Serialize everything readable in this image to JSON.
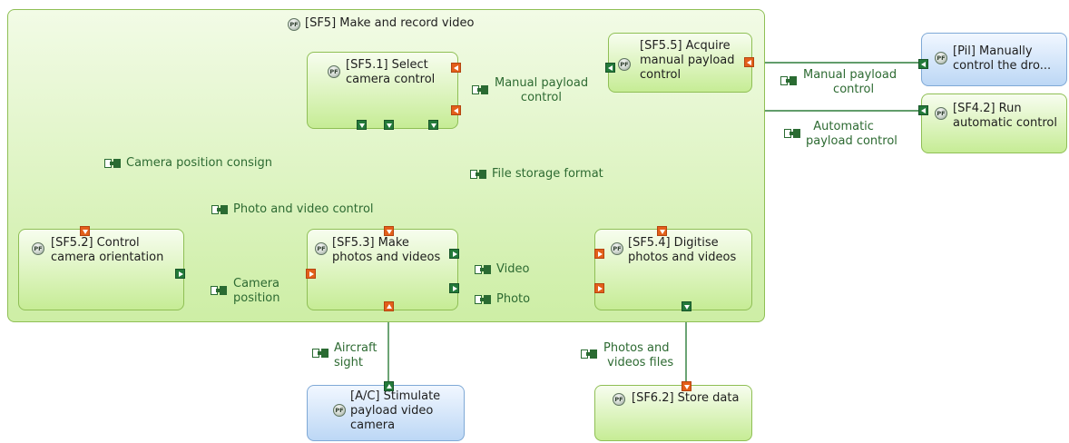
{
  "container": {
    "title": "[SF5] Make and record video",
    "icon": "pf-function-icon"
  },
  "functions": {
    "sf51": "[SF5.1] Select\ncamera control",
    "sf55": "[SF5.5] Acquire\nmanual payload\ncontrol",
    "sf52": "[SF5.2] Control\ncamera orientation",
    "sf53": "[SF5.3] Make\nphotos and videos",
    "sf54": "[SF5.4] Digitise\nphotos and videos",
    "pil": "[Pil] Manually\ncontrol the dro...",
    "sf42": "[SF4.2] Run\nautomatic control",
    "ac": "[A/C] Stimulate\npayload video\ncamera",
    "sf62": "[SF6.2] Store data"
  },
  "exchanges": {
    "manual1": "Manual payload\n       control",
    "manual2": "Manual payload\n        control",
    "automatic": "  Automatic\npayload control",
    "camera_consign": "Camera position consign",
    "file_storage": "File storage format",
    "photo_video_control": "Photo and video control",
    "camera_position": "Camera\nposition",
    "video": "Video",
    "photo": "Photo",
    "aircraft_sight": "Aircraft\nsight",
    "photos_files": "Photos and\n videos files"
  },
  "colors": {
    "function_green": "#c6ec95",
    "actor_blue": "#bcd7f5",
    "input_port": "#e35f1a",
    "output_port": "#237a3a",
    "exchange_line": "#2e7d3a"
  }
}
